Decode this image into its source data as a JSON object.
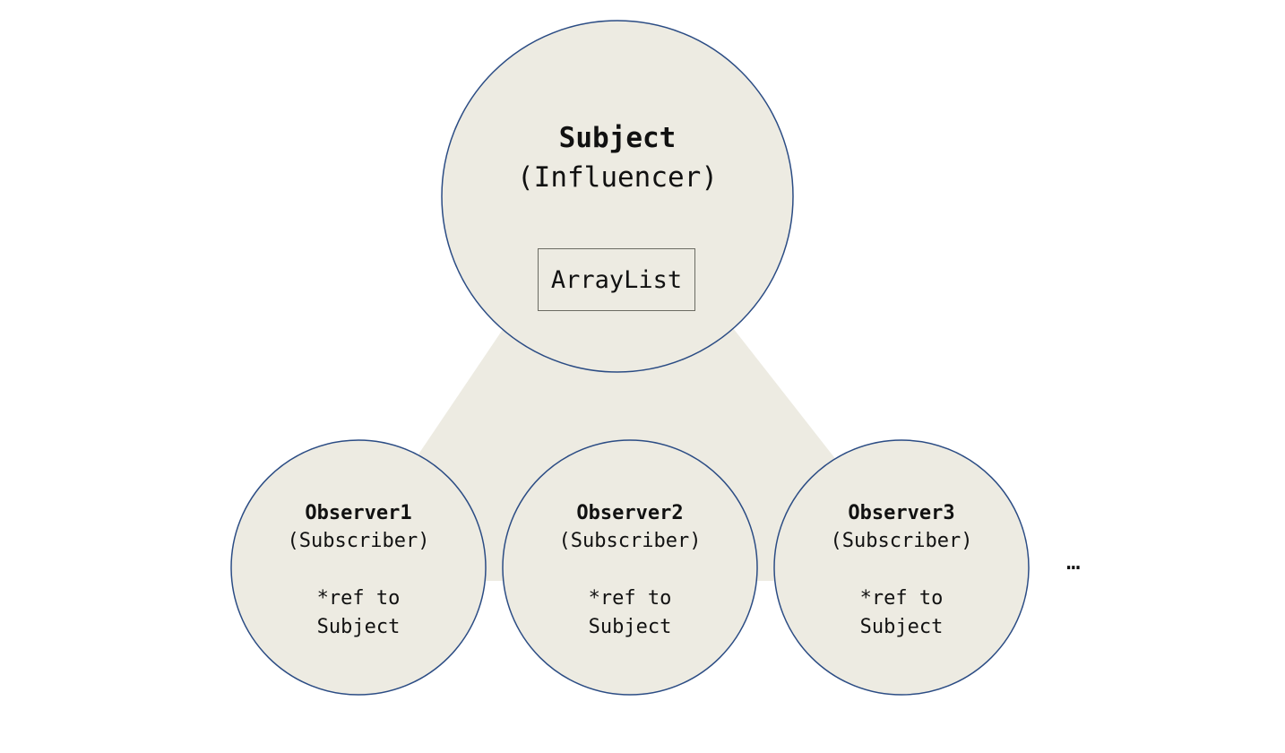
{
  "subject": {
    "title": "Subject",
    "subtitle": "(Influencer)",
    "container_label": "ArrayList"
  },
  "observers": [
    {
      "title": "Observer1",
      "subtitle": "(Subscriber)",
      "ref_line1": "*ref to",
      "ref_line2": "Subject"
    },
    {
      "title": "Observer2",
      "subtitle": "(Subscriber)",
      "ref_line1": "*ref to",
      "ref_line2": "Subject"
    },
    {
      "title": "Observer3",
      "subtitle": "(Subscriber)",
      "ref_line1": "*ref to",
      "ref_line2": "Subject"
    }
  ],
  "more_indicator": "…",
  "colors": {
    "fill": "#edebe2",
    "stroke": "#2b4c84",
    "box_stroke": "#6b6b62"
  }
}
